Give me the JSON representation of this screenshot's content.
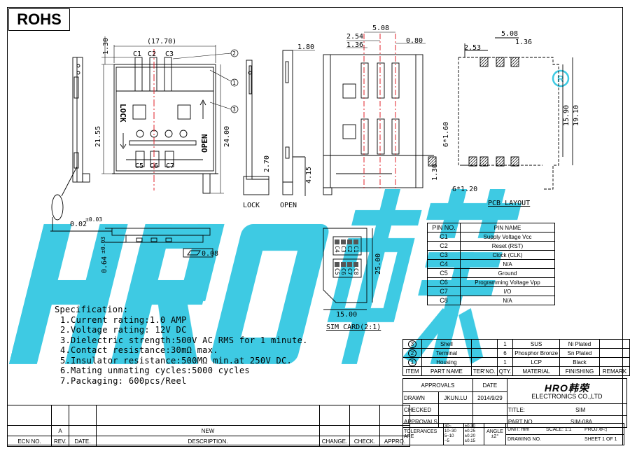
{
  "badge": "ROHS",
  "dims": {
    "d1": "1.30",
    "d2": "(17.70)",
    "d3": "21.55",
    "d4": "24.00",
    "d5": "1.80",
    "d6": "2.70",
    "d7": "4.15",
    "d8": "5.08",
    "d9": "2.54",
    "d10": "1.36",
    "d11": "0.80",
    "d12": "6*1.60",
    "d13": "1.30",
    "d14": "6*1.20",
    "d15": "5.08",
    "d16": "2.53",
    "d17": "1.36",
    "d18": "15.90",
    "d19": "19.10",
    "d20": "0.02",
    "d20tol": "±0.03",
    "d21": "0.64",
    "d21tol": "±0.03",
    "d22": "0.08",
    "d23": "25.00",
    "d24": "15.00"
  },
  "labels": {
    "c1": "C1",
    "c2": "C2",
    "c3": "C3",
    "c5": "C5",
    "c6": "C6",
    "c7": "C7",
    "lock_word": "LOCK",
    "open_word": "OPEN",
    "lock": "LOCK",
    "open": "OPEN",
    "pcb": "PCB LAYOUT",
    "simcard": "SIM CARD(2:1)",
    "b1": "1",
    "b2": "2",
    "b3": "3",
    "card_top": [
      "C4",
      "C3",
      "C2",
      "C1"
    ],
    "card_bot": [
      "C5",
      "C6",
      "C7",
      "C8"
    ]
  },
  "spec": {
    "title": "Specification:",
    "lines": [
      "1.Current rating:1.0 AMP",
      "2.Voltage rating: 12V DC",
      "3.Dielectric strength:500V AC RMS for 1 minute.",
      "4.Contact resistance:30mΩ max.",
      "5.Insulator resistance:500MΩ min.at 250V DC.",
      "6.Mating unmating cycles:5000 cycles",
      "7.Packaging:    600pcs/Reel"
    ]
  },
  "pins": {
    "head": [
      "PIN NO.",
      "PIN NAME"
    ],
    "rows": [
      [
        "C1",
        "Supply Voltage Vcc"
      ],
      [
        "C2",
        "Reset (RST)"
      ],
      [
        "C3",
        "Clock (CLK)"
      ],
      [
        "C4",
        "N/A"
      ],
      [
        "C5",
        "Ground"
      ],
      [
        "C6",
        "Programming Voltage Vpp"
      ],
      [
        "C7",
        "I/O"
      ],
      [
        "C8",
        "N/A"
      ]
    ]
  },
  "bom": {
    "rows": [
      [
        "3",
        "Shell",
        "",
        "1",
        "SUS",
        "Ni Plated",
        ""
      ],
      [
        "2",
        "Terminal",
        "",
        "6",
        "Phosphor Bronze",
        "Sn Plated",
        ""
      ],
      [
        "1",
        "Housing",
        "",
        "1",
        "LCP",
        "Black",
        ""
      ]
    ],
    "head": [
      "ITEM",
      "PART NAME",
      "TER'NO.",
      "QTY.",
      "MATERIAL",
      "FINISHING",
      "REMARK"
    ]
  },
  "title_block": {
    "approvals": "APPROVALS",
    "date": "DATE",
    "drawn": "DRAWN",
    "drawn_by": "JKUN.LU",
    "drawn_date": "2014/9/29",
    "checked": "CHECKED",
    "approvals2": "APPROVALS",
    "company_logo": "HRO韩荣",
    "company": "ELECTRONICS CO.,LTD",
    "title_lbl": "TITLE:",
    "title_val": "SIM",
    "partno_lbl": "PART NO.",
    "partno_val": "SIM-08A",
    "tolerances": "TOLERANCES ARE",
    "tol_ranges": [
      "30~",
      "10~30",
      "5~10",
      "~5"
    ],
    "tol_vals": [
      "±0.30",
      "±0.25",
      "±0.20",
      "±0.15"
    ],
    "angle": "ANGLE",
    "angle_val": "±2°",
    "unit": "UNIT:  mm",
    "scale": "SCALE:  1:1",
    "proj": "PROJ.",
    "drawing_no": "DRAWING NO.",
    "sheet": "SHEET  1  OF  1"
  },
  "revision": {
    "row1": [
      "",
      "A",
      "",
      "NEW",
      "",
      "",
      ""
    ],
    "head": [
      "ECN NO.",
      "REV.",
      "DATE.",
      "DESCRIPTION.",
      "CHANGE.",
      "CHECK.",
      "APPRO."
    ]
  },
  "watermark": "HRO韩荣",
  "colors": {
    "watermark": "#29c4e0",
    "centerline": "#e0202a"
  }
}
